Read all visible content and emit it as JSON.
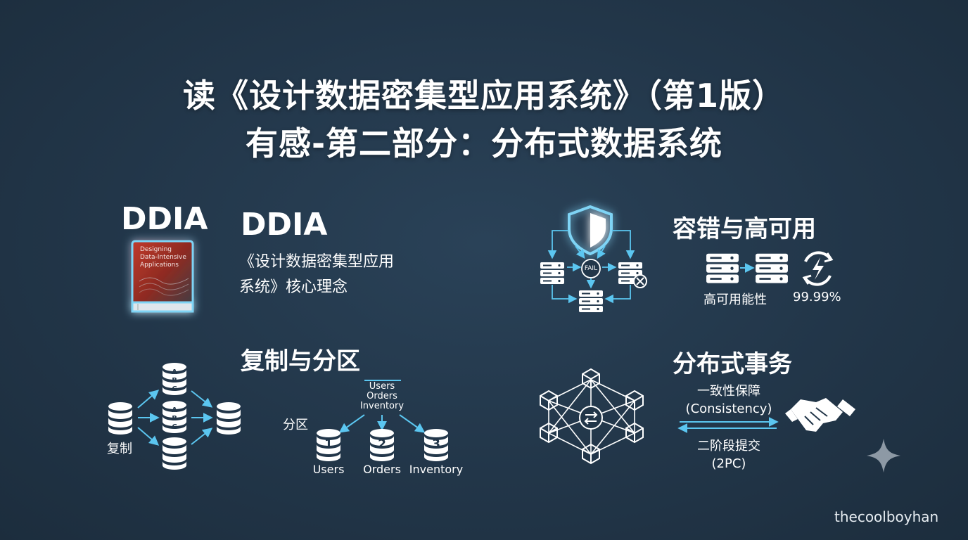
{
  "title": {
    "line1": "读《设计数据密集型应用系统》（第1版）",
    "line2": "有感-第二部分：分布式数据系统"
  },
  "ddia": {
    "logo_text": "DDIA",
    "heading": "DDIA",
    "desc_line1": "《设计数据密集型应用",
    "desc_line2": "系统》核心理念",
    "book_cover_line1": "Designing",
    "book_cover_line2": "Data-Intensive",
    "book_cover_line3": "Applications"
  },
  "fault": {
    "heading": "容错与高可用",
    "fail_label": "FAIL",
    "ha_label": "高可用能性",
    "uptime": "99.99%"
  },
  "replication": {
    "heading": "复制与分区",
    "copy_label": "复制",
    "partition_label": "分区",
    "db_letters": [
      "A",
      "B",
      "C"
    ],
    "source_tables": [
      "Users",
      "Orders",
      "Inventory"
    ],
    "partitions": [
      {
        "num": "1",
        "name": "Users"
      },
      {
        "num": "2",
        "name": "Orders"
      },
      {
        "num": "3",
        "name": "Inventory"
      }
    ]
  },
  "transactions": {
    "heading": "分布式事务",
    "consistency_line1": "一致性保障",
    "consistency_line2": "(Consistency)",
    "twopc_line1": "二阶段提交",
    "twopc_line2": "(2PC)"
  },
  "watermark": "thecoolboyhan",
  "colors": {
    "accent": "#5bc6f0",
    "text": "#ffffff",
    "background": "#223649",
    "book_red": "#c0392b"
  }
}
